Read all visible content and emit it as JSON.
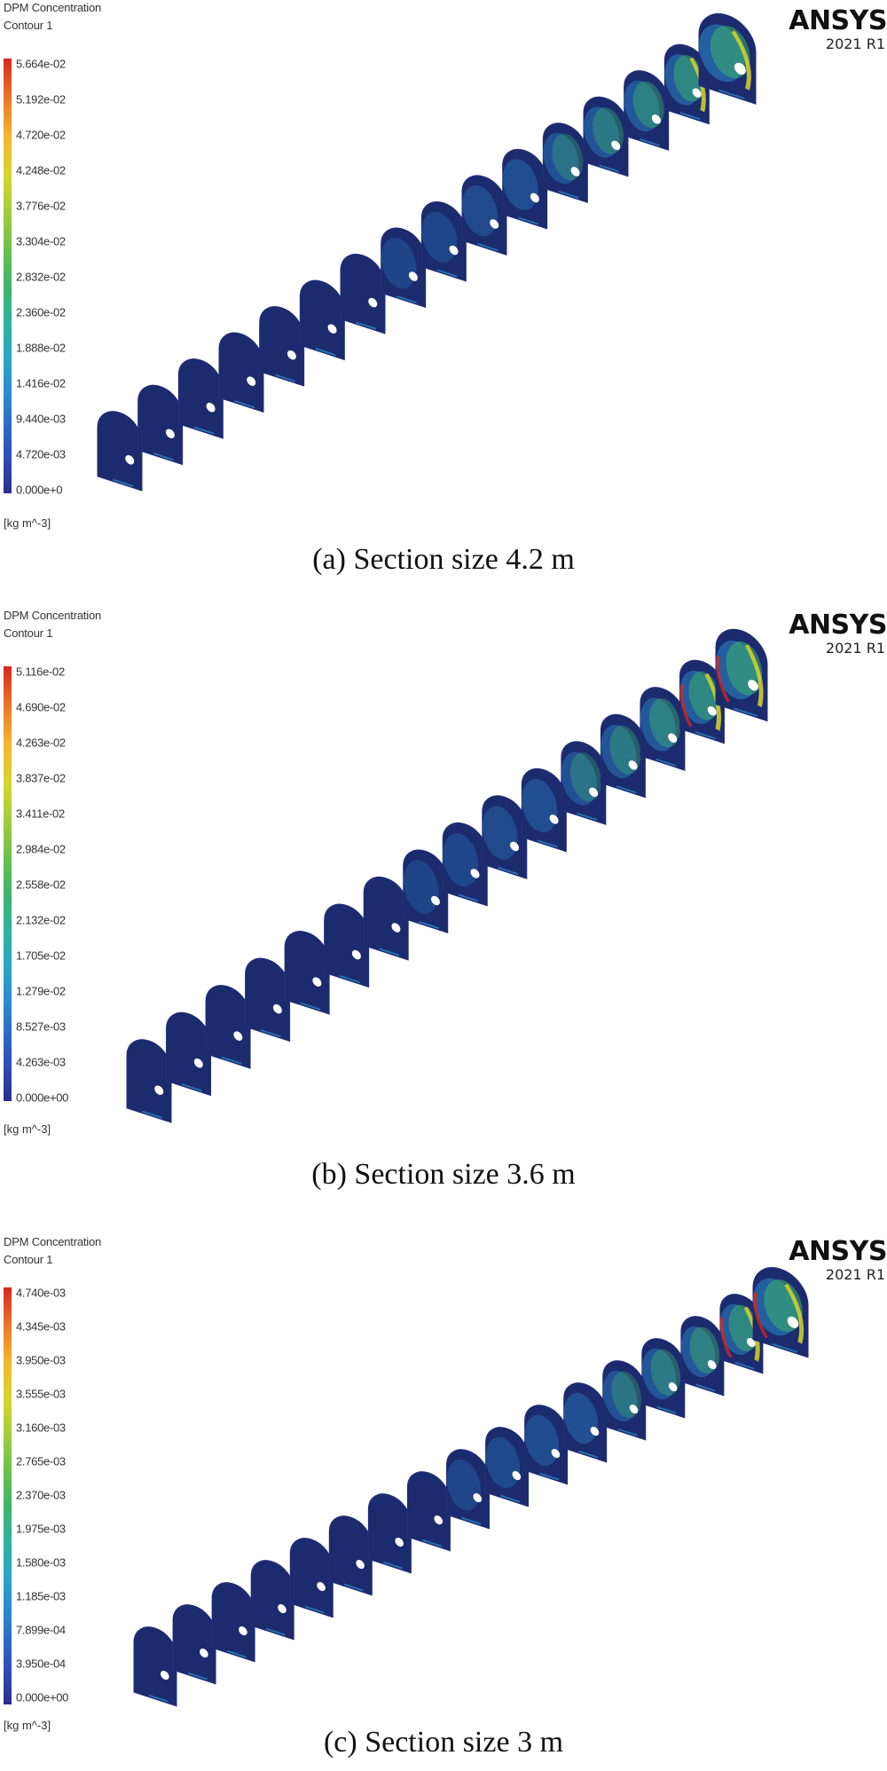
{
  "panels": [
    {
      "legend": {
        "title": "DPM Concentration",
        "subtitle": "Contour 1",
        "ticks": [
          "5.664e-02",
          "5.192e-02",
          "4.720e-02",
          "4.248e-02",
          "3.776e-02",
          "3.304e-02",
          "2.832e-02",
          "2.360e-02",
          "1.888e-02",
          "1.416e-02",
          "9.440e-03",
          "4.720e-03",
          "0.000e+0"
        ],
        "unit": "[kg m^-3]"
      },
      "brand": {
        "name": "ANSYS",
        "version": "2021 R1"
      },
      "caption": "(a) Section size 4.2 m"
    },
    {
      "legend": {
        "title": "DPM Concentration",
        "subtitle": "Contour 1",
        "ticks": [
          "5.116e-02",
          "4.690e-02",
          "4.263e-02",
          "3.837e-02",
          "3.411e-02",
          "2.984e-02",
          "2.558e-02",
          "2.132e-02",
          "1.705e-02",
          "1.279e-02",
          "8.527e-03",
          "4.263e-03",
          "0.000e+00"
        ],
        "unit": "[kg m^-3]"
      },
      "brand": {
        "name": "ANSYS",
        "version": "2021 R1"
      },
      "caption": "(b) Section size 3.6 m"
    },
    {
      "legend": {
        "title": "DPM Concentration",
        "subtitle": "Contour 1",
        "ticks": [
          "4.740e-03",
          "4.345e-03",
          "3.950e-03",
          "3.555e-03",
          "3.160e-03",
          "2.765e-03",
          "2.370e-03",
          "1.975e-03",
          "1.580e-03",
          "1.185e-03",
          "7.899e-04",
          "3.950e-04",
          "0.000e+00"
        ],
        "unit": "[kg m^-3]"
      },
      "brand": {
        "name": "ANSYS",
        "version": "2021 R1"
      },
      "caption": "(c) Section size 3 m"
    }
  ],
  "colors": {
    "section_base": "#1c2a6e",
    "section_edge": "#232f7a",
    "low_cyan": "#2a8fd0",
    "mid_green": "#3db567",
    "high_yellow": "#d7d52e",
    "high_red": "#d7271f"
  }
}
